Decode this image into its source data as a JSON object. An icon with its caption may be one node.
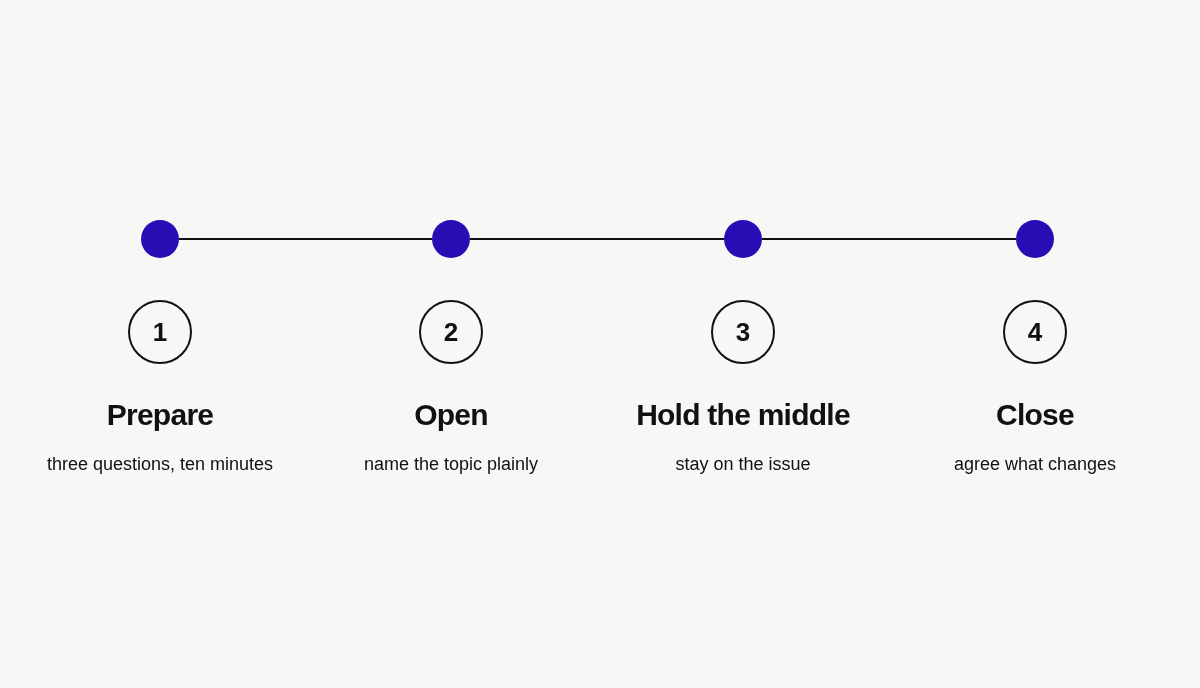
{
  "diagram": {
    "nodes": [
      {
        "text": [],
        "shape": "circle"
      },
      {
        "text": [],
        "shape": "circle"
      },
      {
        "text": [],
        "shape": "circle"
      },
      {
        "text": [],
        "shape": "circle"
      },
      {
        "text": [
          "1"
        ],
        "beside": [
          "Prepare",
          "three questions, ten minutes"
        ]
      },
      {
        "text": [
          "2"
        ],
        "beside": [
          "Open",
          "name the topic plainly"
        ]
      },
      {
        "text": [
          "3"
        ],
        "beside": [
          "Hold the middle",
          "stay on the issue"
        ]
      },
      {
        "text": [
          "4"
        ],
        "beside": [
          "Close",
          "agree what changes"
        ]
      }
    ],
    "edges": [
      {
        "from": 0,
        "to": 1,
        "arrow": "none"
      },
      {
        "from": 1,
        "to": 2,
        "arrow": "none"
      },
      {
        "from": 2,
        "to": 3,
        "arrow": "none"
      }
    ]
  }
}
